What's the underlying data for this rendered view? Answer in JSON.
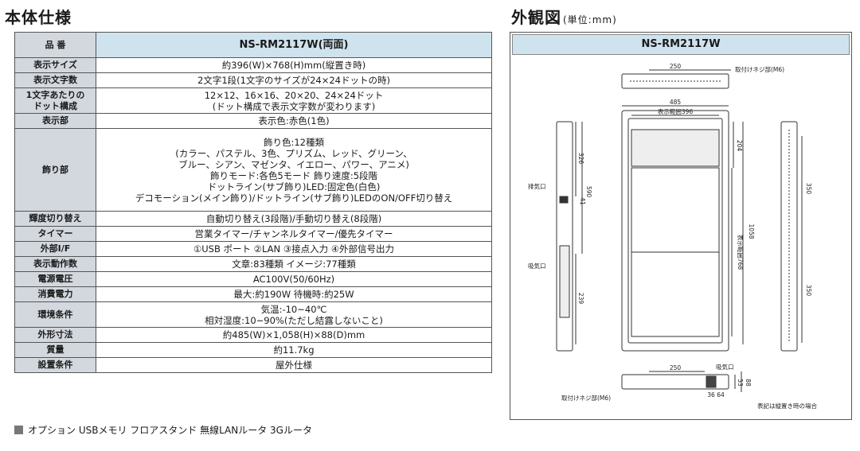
{
  "spec_title": "本体仕様",
  "view_title": "外観図",
  "view_unit": "(単位:mm)",
  "spec": {
    "model_label": "品 番",
    "model_value": "NS-RM2117W(両面)",
    "rows": [
      {
        "label": "表示サイズ",
        "value": "約396(W)×768(H)mm(縦置き時)"
      },
      {
        "label": "表示文字数",
        "value": "2文字1段(1文字のサイズが24×24ドットの時)"
      },
      {
        "label": "1文字あたりの\nドット構成",
        "value": "12×12、16×16、20×20、24×24ドット\n(ドット構成で表示文字数が変わります)"
      },
      {
        "label": "表示部",
        "value": "表示色:赤色(1色)"
      },
      {
        "label": "飾り部",
        "value": "飾り色:12種類\n(カラー、パステル、3色、プリズム、レッド、グリーン、\nブルー、シアン、マゼンタ、イエロー、パワー、アニメ)\n飾りモード:各色5モード 飾り速度:5段階\nドットライン(サブ飾り)LED:固定色(白色)\nデコモーション(メイン飾り)/ドットライン(サブ飾り)LEDのON/OFF切り替え"
      },
      {
        "label": "輝度切り替え",
        "value": "自動切り替え(3段階)/手動切り替え(8段階)"
      },
      {
        "label": "タイマー",
        "value": "営業タイマー/チャンネルタイマー/優先タイマー"
      },
      {
        "label": "外部I/F",
        "value": "①USB ポート ②LAN ③接点入力 ④外部信号出力"
      },
      {
        "label": "表示動作数",
        "value": "文章:83種類   イメージ:77種類"
      },
      {
        "label": "電源電圧",
        "value": "AC100V(50/60Hz)"
      },
      {
        "label": "消費電力",
        "value": "最大:約190W 待機時:約25W"
      },
      {
        "label": "環境条件",
        "value": "気温:-10~40℃\n相対湿度:10~90%(ただし結露しないこと)"
      },
      {
        "label": "外形寸法",
        "value": "約485(W)×1,058(H)×88(D)mm"
      },
      {
        "label": "質量",
        "value": "約11.7kg"
      },
      {
        "label": "設置条件",
        "value": "屋外仕様"
      }
    ]
  },
  "options_text": "オプション USBメモリ フロアスタンド 無線LANルータ 3Gルータ",
  "diagram": {
    "model": "NS-RM2117W",
    "labels": {
      "top_w": "250",
      "top_screw": "取付けネジ部(M6)",
      "width": "485",
      "disp_w": "表示範囲396",
      "h204": "204",
      "h1058": "1058",
      "disp_h": "表示範囲768",
      "h326": "326",
      "h590": "590",
      "h41": "41",
      "h239": "239",
      "exhaust": "排気口",
      "intake1": "吸気口",
      "r350a": "350",
      "r350b": "350",
      "bot_w": "250",
      "bot_intake": "吸気口",
      "bot_screw": "取付けネジ部(M6)",
      "d88": "88",
      "d53": "53",
      "d36": "36",
      "d64": "64",
      "note": "表記は縦置き時の場合"
    }
  }
}
